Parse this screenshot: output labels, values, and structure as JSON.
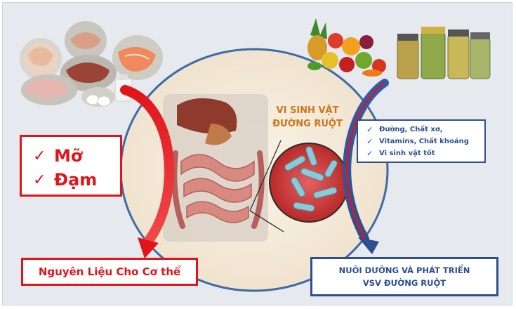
{
  "nutrients_box": {
    "items": [
      {
        "check": "✓",
        "label": "Mỡ"
      },
      {
        "check": "✓",
        "label": "Đạm"
      }
    ]
  },
  "raw_material_box": {
    "label": "Nguyên Liệu Cho Cơ thể"
  },
  "microbiota_label": {
    "line1": "VI SINH VẬT",
    "line2": "ĐƯỜNG RUỘT"
  },
  "fiber_box": {
    "items": [
      {
        "check": "✓",
        "label": "Đường, Chất xơ,"
      },
      {
        "check": "✓",
        "label": "Vitamins, Chất khoáng"
      },
      {
        "check": "✓",
        "label": "Vi sinh vật tốt"
      }
    ]
  },
  "growth_box": {
    "line1": "NUÔI DƯỠNG VÀ PHÁT TRIỂN",
    "line2": "VSV ĐƯỜNG RUỘT"
  },
  "colors": {
    "red_accent": "#e0151b",
    "blue_accent": "#2d4f8e",
    "label_orange": "#c9781c",
    "circle_fill": "#f3e8d6",
    "circle_border": "#3f6aa8"
  }
}
